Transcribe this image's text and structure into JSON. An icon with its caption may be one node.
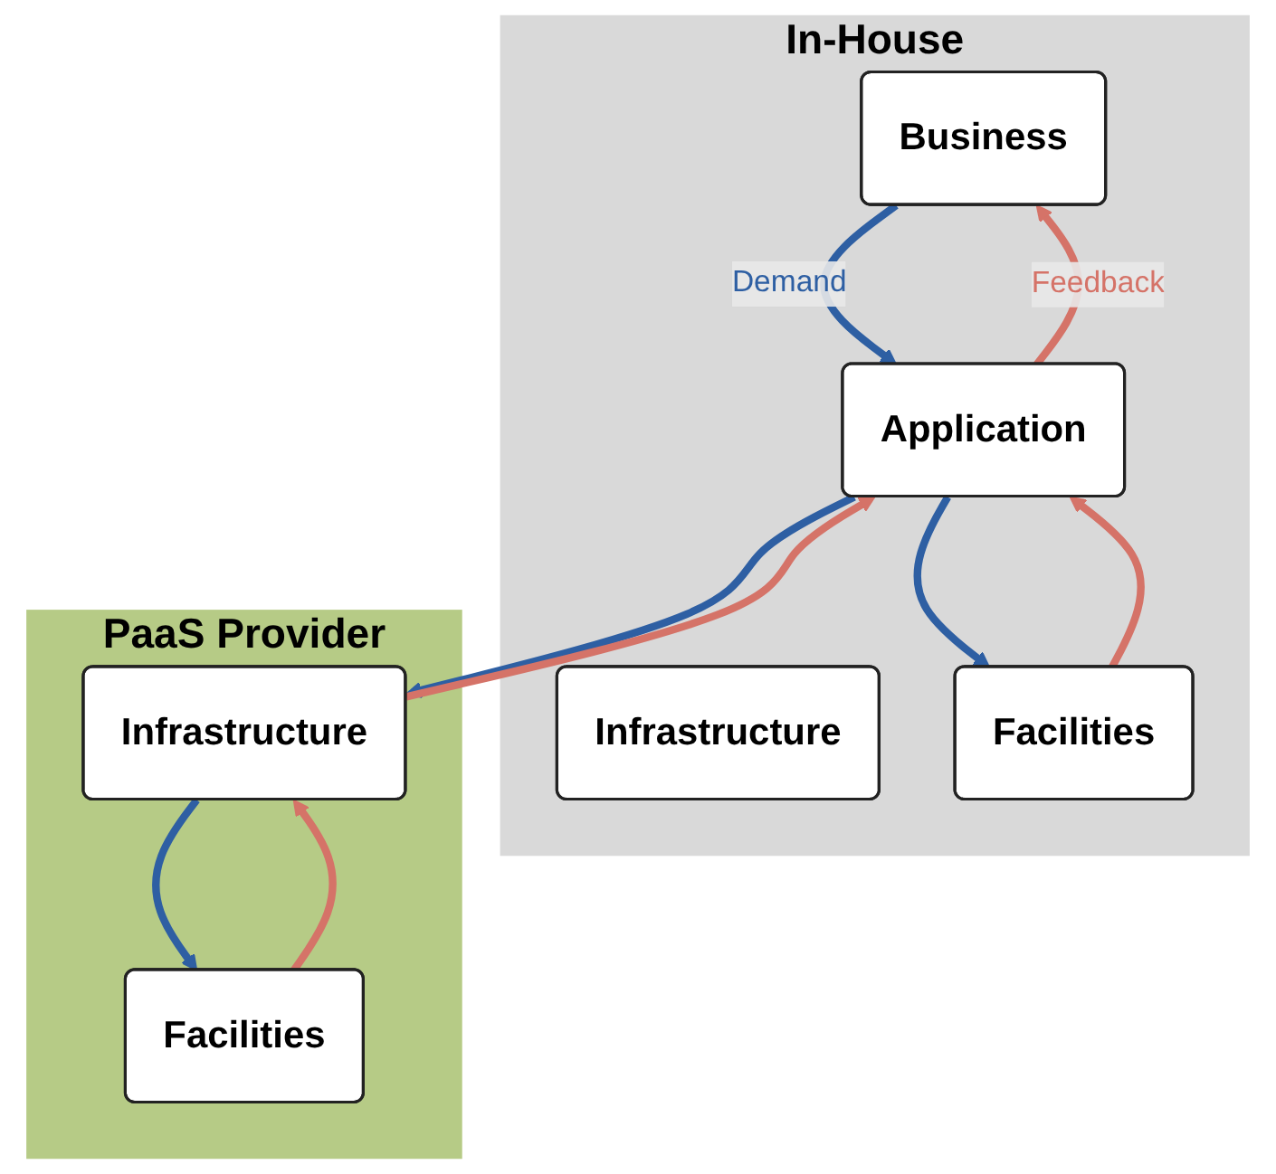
{
  "diagram": {
    "nodes": [
      {
        "text": [
          "In-House"
        ]
      },
      {
        "text": [
          "Business"
        ],
        "in": 0
      },
      {
        "text": [
          "Application"
        ],
        "in": 0
      },
      {
        "text": [
          "Infrastructure"
        ],
        "in": 0
      },
      {
        "text": [
          "Facilities"
        ],
        "in": 0
      },
      {
        "text": [
          "PaaS Provider"
        ]
      },
      {
        "text": [
          "Infrastructure"
        ],
        "in": 5
      },
      {
        "text": [
          "Facilities"
        ],
        "in": 5
      }
    ],
    "edges": [
      {
        "from": 1,
        "to": 2,
        "arrow": "to",
        "label": "Demand",
        "color": "#2e5fa3"
      },
      {
        "from": 2,
        "to": 1,
        "arrow": "to",
        "label": "Feedback",
        "color": "#d57368"
      },
      {
        "from": 2,
        "to": 4,
        "arrow": "to",
        "color": "#2e5fa3"
      },
      {
        "from": 4,
        "to": 2,
        "arrow": "to",
        "color": "#d57368"
      },
      {
        "from": 2,
        "to": 6,
        "arrow": "to",
        "color": "#2e5fa3"
      },
      {
        "from": 6,
        "to": 2,
        "arrow": "to",
        "color": "#d57368"
      },
      {
        "from": 6,
        "to": 7,
        "arrow": "to",
        "color": "#2e5fa3"
      },
      {
        "from": 7,
        "to": 6,
        "arrow": "to",
        "color": "#d57368"
      }
    ]
  }
}
